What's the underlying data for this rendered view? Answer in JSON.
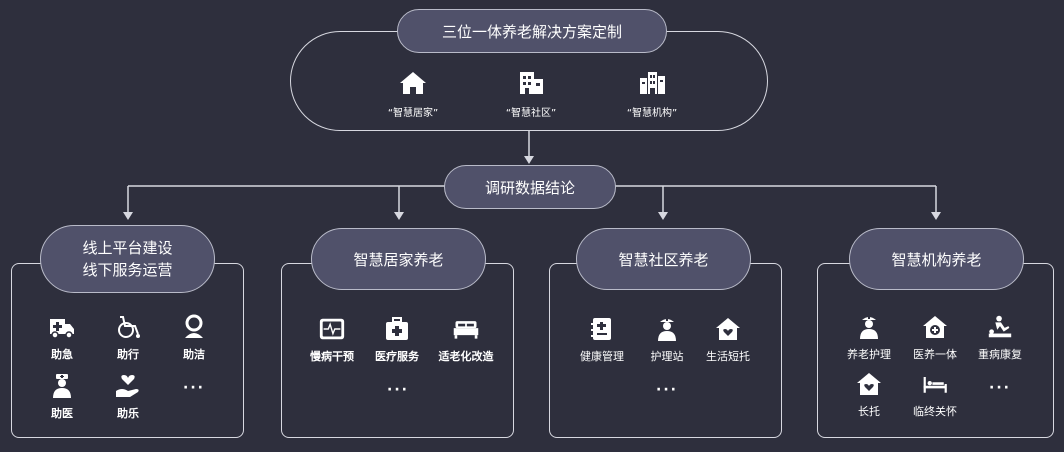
{
  "top": {
    "title": "三位一体养老解决方案定制",
    "items": [
      {
        "label": "“智慧居家”",
        "icon": "house-icon"
      },
      {
        "label": "“智慧社区”",
        "icon": "community-building-icon"
      },
      {
        "label": "“智慧机构”",
        "icon": "institution-building-icon"
      }
    ]
  },
  "middle": {
    "title": "调研数据结论"
  },
  "cards": [
    {
      "title_line1": "线上平台建设",
      "title_line2": "线下服务运营",
      "items": [
        {
          "label": "助急",
          "icon": "ambulance-icon"
        },
        {
          "label": "助行",
          "icon": "wheelchair-icon"
        },
        {
          "label": "助洁",
          "icon": "cleaner-icon"
        },
        {
          "label": "助医",
          "icon": "doctor-icon"
        },
        {
          "label": "助乐",
          "icon": "heart-hand-icon"
        }
      ],
      "more": "···"
    },
    {
      "title": "智慧居家养老",
      "items": [
        {
          "label": "慢病干预",
          "icon": "heart-monitor-icon"
        },
        {
          "label": "医疗服务",
          "icon": "medical-kit-icon"
        },
        {
          "label": "适老化改造",
          "icon": "bed-icon"
        }
      ],
      "more": "···"
    },
    {
      "title": "智慧社区养老",
      "items": [
        {
          "label": "健康管理",
          "icon": "health-record-icon"
        },
        {
          "label": "护理站",
          "icon": "nurse-icon"
        },
        {
          "label": "生活短托",
          "icon": "home-heart-icon"
        }
      ],
      "more": "···"
    },
    {
      "title": "智慧机构养老",
      "items": [
        {
          "label": "养老护理",
          "icon": "nurse-icon"
        },
        {
          "label": "医养一体",
          "icon": "medical-home-icon"
        },
        {
          "label": "重病康复",
          "icon": "massage-icon"
        },
        {
          "label": "长托",
          "icon": "home-heart-icon"
        },
        {
          "label": "临终关怀",
          "icon": "hospital-bed-icon"
        }
      ],
      "more": "···"
    }
  ]
}
